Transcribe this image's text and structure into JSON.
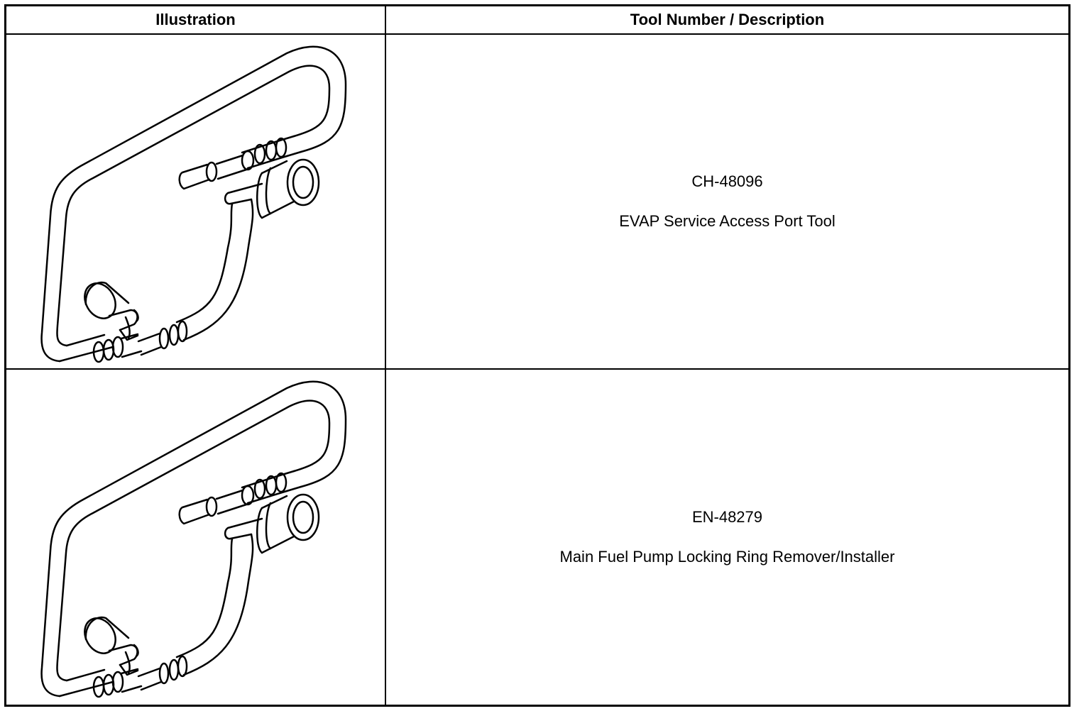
{
  "table": {
    "headers": {
      "illustration": "Illustration",
      "tool": "Tool Number / Description"
    },
    "rows": [
      {
        "tool_number": "CH-48096",
        "description": "EVAP Service Access Port Tool"
      },
      {
        "tool_number": "EN-48279",
        "description": "Main Fuel Pump Locking Ring Remover/Installer"
      }
    ]
  }
}
